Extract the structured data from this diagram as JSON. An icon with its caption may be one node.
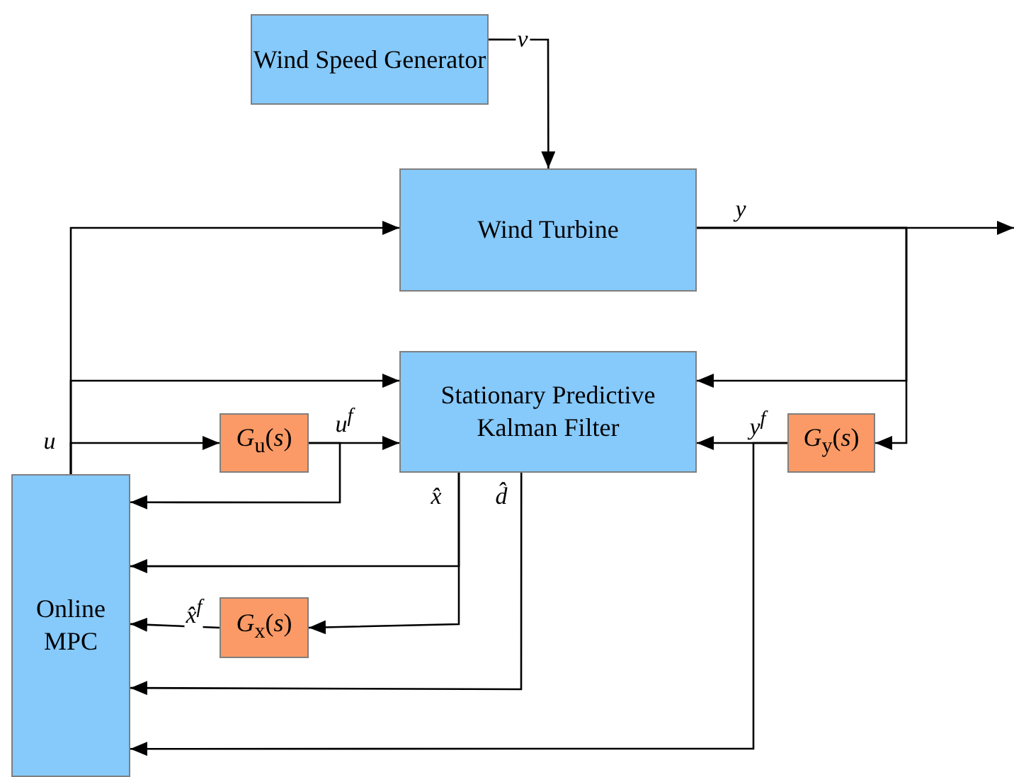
{
  "diagram": {
    "nodes": [
      {
        "text": [
          "Wind Speed Generator"
        ]
      },
      {
        "text": [
          "Wind Turbine"
        ]
      },
      {
        "text": [
          "Stationary Predictive Kalman Filter"
        ]
      },
      {
        "text": [
          "Online MPC"
        ]
      },
      {
        "text": [
          "*G*$_{u}$(*s*)"
        ]
      },
      {
        "text": [
          "*G*$_{y}$(*s*)"
        ]
      },
      {
        "text": [
          "*G*$_{x}$(*s*)"
        ]
      }
    ],
    "edges": [
      {
        "from": 0,
        "to": 1,
        "arrow": "to",
        "label": "v"
      },
      {
        "from": 3,
        "to": 1,
        "arrow": "to"
      },
      {
        "from": 3,
        "to": 2,
        "arrow": "to"
      },
      {
        "from": 3,
        "to": 4,
        "arrow": "to",
        "label": "u"
      },
      {
        "from": 4,
        "to": 2,
        "arrow": "to",
        "label": "u$^{f}$"
      },
      {
        "from": 4,
        "to": 3,
        "arrow": "to"
      },
      {
        "from": 1,
        "to": null,
        "arrow": "to",
        "label": "y"
      },
      {
        "from": 1,
        "to": 2,
        "arrow": "to"
      },
      {
        "from": 1,
        "to": 5,
        "arrow": "to"
      },
      {
        "from": 5,
        "to": 2,
        "arrow": "to",
        "label": "y$^{f}$"
      },
      {
        "from": 5,
        "to": 3,
        "arrow": "to"
      },
      {
        "from": 2,
        "to": 3,
        "arrow": "to",
        "label": "x̂"
      },
      {
        "from": 2,
        "to": 6,
        "arrow": "to"
      },
      {
        "from": 6,
        "to": 3,
        "arrow": "to",
        "label": "x̂$^{f}$"
      },
      {
        "from": 2,
        "to": 3,
        "arrow": "to",
        "label": "d̂"
      }
    ]
  }
}
